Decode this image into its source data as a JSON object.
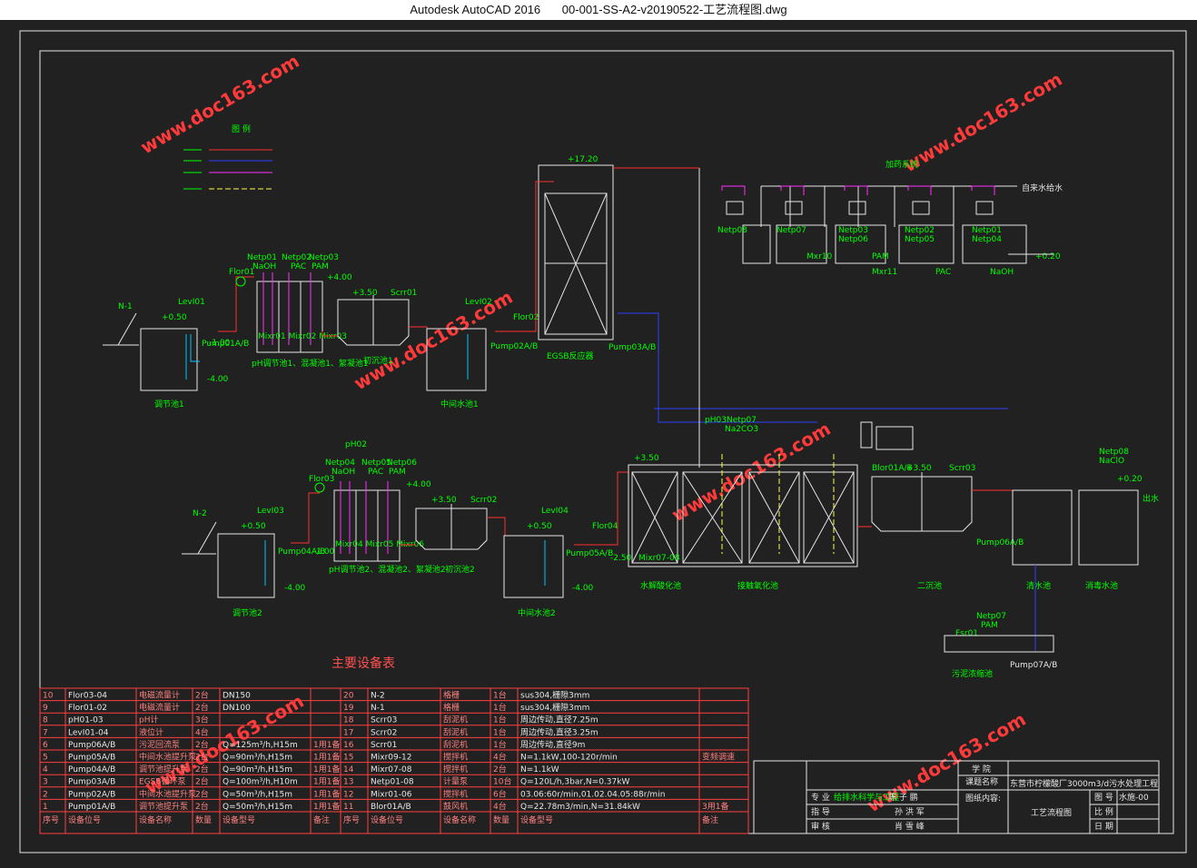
{
  "window": {
    "app": "Autodesk AutoCAD 2016",
    "file": "00-001-SS-A2-v20190522-工艺流程图.dwg"
  },
  "watermark": "www.doc163.com",
  "legend": {
    "title": "图 例"
  },
  "top_labels": {
    "dosing_system": "加药系统",
    "tap_water": "自来水给水",
    "level_0_20": "+0.20",
    "egsb_top": "+17.20",
    "egsb": "EGSB",
    "egsb_label": "EGSB反应器",
    "pump03": "Pump03A/B"
  },
  "dosing_units": [
    {
      "tags": [
        "Netp08"
      ],
      "tank": "Mxr10"
    },
    {
      "tags": [
        "Netp07"
      ],
      "tank": "Mxr11"
    },
    {
      "tags": [
        "Netp03",
        "Netp06"
      ],
      "tank": "PAM"
    },
    {
      "tags": [
        "Netp02",
        "Netp05"
      ],
      "tank": "PAC"
    },
    {
      "tags": [
        "Netp01",
        "Netp04"
      ],
      "tank": "NaOH"
    }
  ],
  "line1": {
    "n1": "N-1",
    "levI01": "LevI01",
    "level_050": "+0.50",
    "level_m100": "-1.00",
    "level_m400": "-4.00",
    "pump01": "Pump01A/B",
    "tank": "调节池1",
    "flor01": "Flor01",
    "netp01": "Netp01",
    "naoh": "NaOH",
    "netp02": "Netp02",
    "pac": "PAC",
    "netp03": "Netp03",
    "pam": "PAM",
    "level_400": "+4.00",
    "mixers": "Mixr01 Mixr02 Mixr03",
    "ph_tank": "pH调节池1、混凝池1、絮凝池1",
    "scrr01": "Scrr01",
    "level_350": "+3.50",
    "settler": "初沉池1",
    "levI02": "LevI02",
    "pump02": "Pump02A/B",
    "flor02": "Flor02",
    "mid_tank": "中间水池1"
  },
  "line2": {
    "n2": "N-2",
    "levI03": "LevI03",
    "level_050": "+0.50",
    "level_m100": "-1.00",
    "level_m400": "-4.00",
    "pump04": "Pump04A/B",
    "tank": "调节池2",
    "flor03": "Flor03",
    "ph02": "pH02",
    "netp04": "Netp04",
    "naoh": "NaOH",
    "netp05": "Netp05",
    "pac": "PAC",
    "netp06": "Netp06",
    "pam": "PAM",
    "level_400": "+4.00",
    "mixers": "Mixr04 Mixr05 Mixr06",
    "ph_tank": "pH调节池2、混凝池2、絮凝池2",
    "scrr02": "Scrr02",
    "level_350": "+3.50",
    "settler": "初沉池2",
    "levI04": "LevI04",
    "pump05": "Pump05A/B",
    "flor04": "Flor04",
    "mid_tank": "中间水池2"
  },
  "bio": {
    "ph03": "pH03",
    "netp07": "Netp07",
    "na2co3": "Na2CO3",
    "level_350": "+3.50",
    "level_m250": "-2.50",
    "mixr": "Mixr07-08",
    "anoxic": "水解酸化池",
    "aerobic": "接触氧化池",
    "blower": "Blor01A/B",
    "scrr03": "Scrr03",
    "level_350b": "+3.50",
    "second": "二沉池",
    "pump06": "Pump06A/B",
    "netp08": "Netp08",
    "naclo": "NaClO",
    "level_020": "+0.20",
    "outflow": "出水",
    "reuse": "清水池",
    "disinfect": "消毒水池",
    "sludge": "污泥浓缩池",
    "netp07b": "Netp07",
    "pam": "PAM",
    "fsr01": "Fsr01",
    "pump07": "Pump07A/B"
  },
  "equipment_table": {
    "title": "主要设备表",
    "headers": [
      "序号",
      "设备位号",
      "设备名称",
      "数量",
      "设备型号",
      "备注"
    ],
    "left_rows": [
      [
        "10",
        "Flor03-04",
        "电磁流量计",
        "2台",
        "DN150",
        ""
      ],
      [
        "9",
        "Flor01-02",
        "电磁流量计",
        "2台",
        "DN100",
        ""
      ],
      [
        "8",
        "pH01-03",
        "pH计",
        "3台",
        "",
        ""
      ],
      [
        "7",
        "LevI01-04",
        "液位计",
        "4台",
        "",
        ""
      ],
      [
        "6",
        "Pump06A/B",
        "污泥回流泵",
        "2台",
        "Q=125m³/h,H15m",
        "1用1备"
      ],
      [
        "5",
        "Pump05A/B",
        "中间水池提升泵",
        "2台",
        "Q=90m³/h,H15m",
        "1用1备"
      ],
      [
        "4",
        "Pump04A/B",
        "调节池提升泵",
        "2台",
        "Q=90m³/h,H15m",
        "1用1备"
      ],
      [
        "3",
        "Pump03A/B",
        "EGSB循环泵",
        "2台",
        "Q=100m³/h,H10m",
        "1用1备"
      ],
      [
        "2",
        "Pump02A/B",
        "中间水池提升泵",
        "2台",
        "Q=50m³/h,H15m",
        "1用1备"
      ],
      [
        "1",
        "Pump01A/B",
        "调节池提升泵",
        "2台",
        "Q=50m³/h,H15m",
        "1用1备"
      ]
    ],
    "right_rows": [
      [
        "20",
        "N-2",
        "格栅",
        "1台",
        "sus304,栅隙3mm",
        ""
      ],
      [
        "19",
        "N-1",
        "格栅",
        "1台",
        "sus304,栅隙3mm",
        ""
      ],
      [
        "18",
        "Scrr03",
        "刮泥机",
        "1台",
        "周边传动,直径7.25m",
        ""
      ],
      [
        "17",
        "Scrr02",
        "刮泥机",
        "1台",
        "周边传动,直径3.25m",
        ""
      ],
      [
        "16",
        "Scrr01",
        "刮泥机",
        "1台",
        "周边传动,直径9m",
        ""
      ],
      [
        "15",
        "Mixr09-12",
        "搅拌机",
        "4台",
        "N=1.1kW,100-120r/min",
        "变频调速"
      ],
      [
        "14",
        "Mixr07-08",
        "搅拌机",
        "2台",
        "N=1.1kW",
        ""
      ],
      [
        "13",
        "Netp01-08",
        "计量泵",
        "10台",
        "Q=120L/h,3bar,N=0.37kW",
        ""
      ],
      [
        "12",
        "Mixr01-06",
        "搅拌机",
        "6台",
        "03.06:60r/min,01.02.04.05:88r/min",
        ""
      ],
      [
        "11",
        "Blor01A/B",
        "鼓风机",
        "4台",
        "Q=22.78m3/min,N=31.84kW",
        "3用1备"
      ]
    ]
  },
  "title_block": {
    "school": "学 院",
    "project_label": "课题名称",
    "project": "东营市柠檬酸厂3000m3/d污水处理工程",
    "drawing_label": "图纸内容:",
    "drawing": "工艺流程图",
    "major": "专 业",
    "major_val": "给排水科学与工程",
    "student": "姓 名",
    "student_val": "陈 子 鹏",
    "advisor": "指 导",
    "advisor_val": "孙 洪 军",
    "reviewer": "审 核",
    "reviewer_val": "肖 雪 峰",
    "sheet_no_label": "图 号",
    "sheet_no": "水施-00",
    "scale_label": "比 例",
    "date_label": "日 期"
  }
}
